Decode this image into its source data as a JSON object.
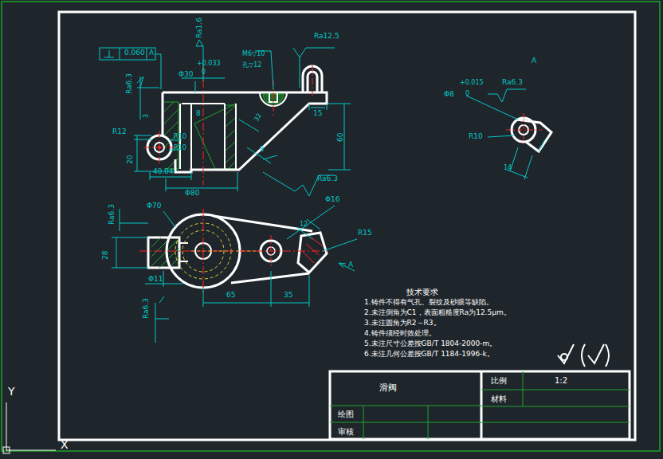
{
  "diagram": {
    "title": "滑阀",
    "labels": [
      "0.060",
      "A",
      "Ra1.6",
      "Ra12.5",
      "M6▽10",
      "孔▽12",
      "+0.033",
      "0",
      "Φ30",
      "Ra6.3",
      "3",
      "R12",
      "R10",
      "R10",
      "8",
      "20",
      "40.04",
      "Φ80",
      "15",
      "60",
      "32",
      "8",
      "Ra6.3",
      "A",
      "+0.015",
      "Φ8",
      "0",
      "Ra6.3",
      "R10",
      "14",
      "Ra6.3",
      "Φ70",
      "28",
      "Φ11",
      "Ra6.3",
      "Φ16",
      "12",
      "R15",
      "A",
      "65",
      "35",
      "技术要求",
      "1.铸件不得有气孔、裂纹及砂眼等缺陷。",
      "2.未注倒角为C1，表面粗糙度Ra为12.5μm。",
      "3.未注圆角为R2～R3。",
      "4.铸件须经时效处理。",
      "5.未注尺寸公差按GB/T 1804-2000-m。",
      "6.未注几何公差按GB/T 1184-1996-k。",
      "比例",
      "1:2",
      "材料",
      "绘图",
      "审核",
      "Y",
      "X"
    ]
  }
}
